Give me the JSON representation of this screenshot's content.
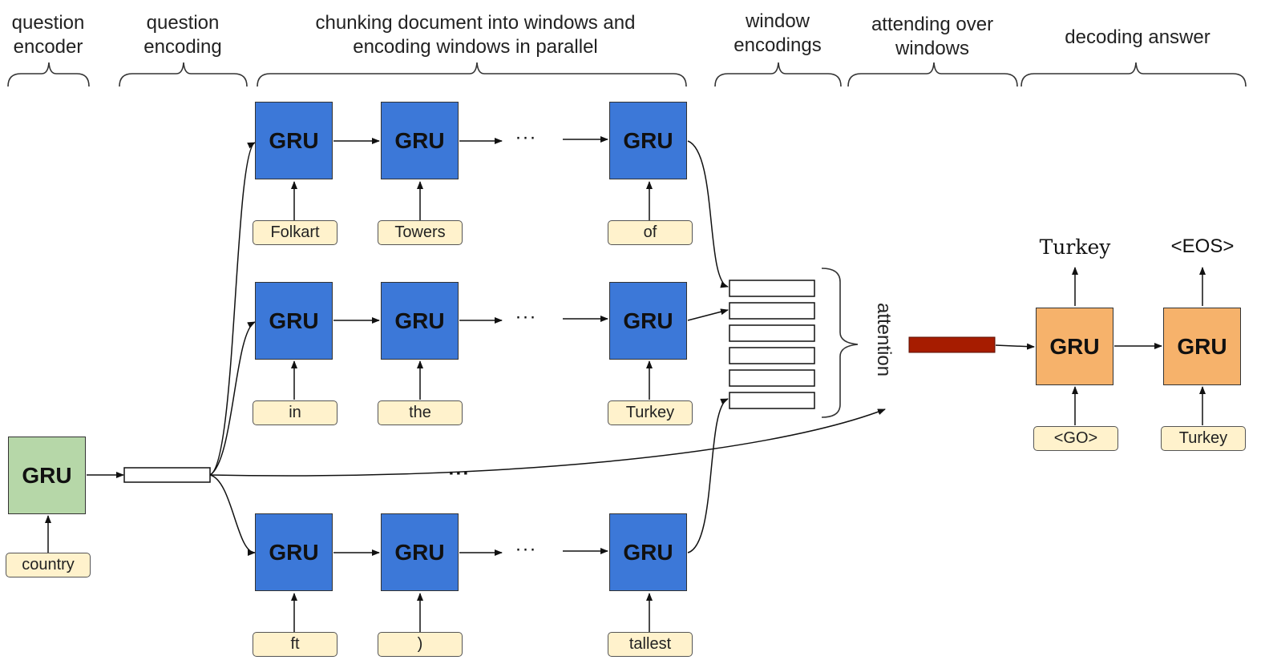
{
  "headers": {
    "question_encoder": [
      "question",
      "encoder"
    ],
    "question_encoding": [
      "question",
      "encoding"
    ],
    "chunking": [
      "chunking document into windows and",
      "encoding windows in parallel"
    ],
    "window_encodings": [
      "window",
      "encodings"
    ],
    "attending": [
      "attending over",
      "windows"
    ],
    "decoding": [
      "decoding answer"
    ]
  },
  "gru_label": "GRU",
  "question_token": "country",
  "windows": [
    {
      "tokens": [
        "Folkart",
        "Towers",
        "of"
      ]
    },
    {
      "tokens": [
        "in",
        "the",
        "Turkey"
      ]
    },
    {
      "tokens": [
        "ft",
        ")",
        "tallest"
      ]
    }
  ],
  "ellipsis_between": "···",
  "ellipsis_rows": "···",
  "attention_label": "attention",
  "decoder": {
    "inputs": [
      "<GO>",
      "Turkey"
    ],
    "outputs": [
      "Turkey",
      "<EOS>"
    ]
  },
  "colors": {
    "window_gru": "#3c78d8",
    "question_gru": "#b6d7a8",
    "decoder_gru": "#f6b26b",
    "token_fill": "#fff2cc",
    "context_vector": "#a61c00"
  }
}
